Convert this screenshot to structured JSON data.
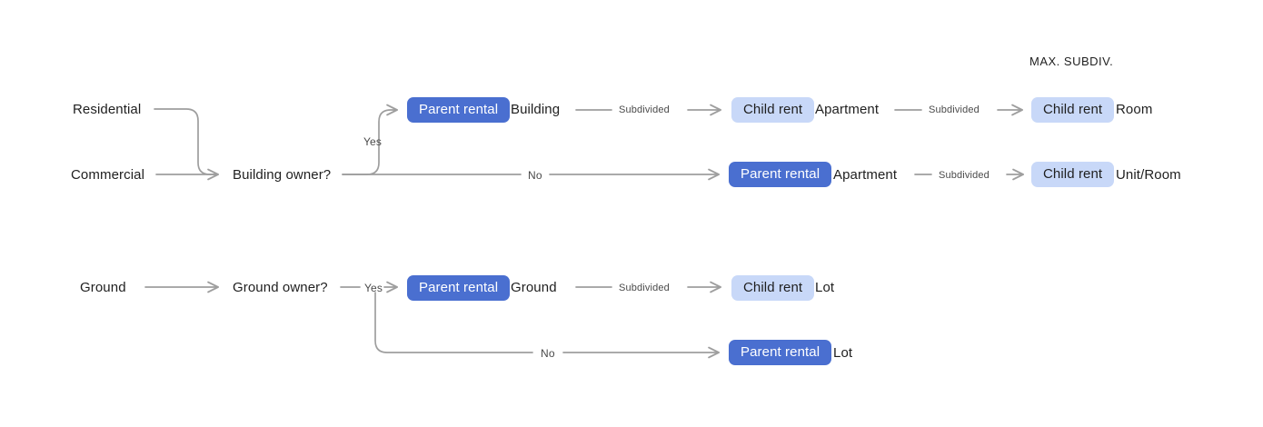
{
  "diagram": {
    "title_column": "MAX. SUBDIV.",
    "accent_parent": "#4a6fd0",
    "accent_child": "#c8d8f8",
    "line_color": "#9e9e9e",
    "text_color": "#1f1f1f"
  },
  "nodes": {
    "residential": "Residential",
    "commercial": "Commercial",
    "building_owner": "Building owner?",
    "ground": "Ground",
    "ground_owner": "Ground owner?",
    "parent_rental_building": "Parent rental",
    "label_building": "Building",
    "child_rent_apartment": "Child rent",
    "label_apartment": "Apartment",
    "child_rent_room": "Child rent",
    "label_room": "Room",
    "parent_rental_apartment": "Parent rental",
    "label_apartment2": "Apartment",
    "child_rent_unit_room": "Child rent",
    "label_unit_room": "Unit/Room",
    "parent_rental_ground": "Parent rental",
    "label_ground": "Ground",
    "child_rent_lot": "Child rent",
    "label_lot": "Lot",
    "parent_rental_lot": "Parent rental",
    "label_lot2": "Lot"
  },
  "edge_labels": {
    "yes_building": "Yes",
    "no_building": "No",
    "subdivided_1": "Subdivided",
    "subdivided_2": "Subdivided",
    "subdivided_3": "Subdivided",
    "yes_ground": "Yes",
    "no_ground": "No",
    "subdivided_4": "Subdivided"
  }
}
